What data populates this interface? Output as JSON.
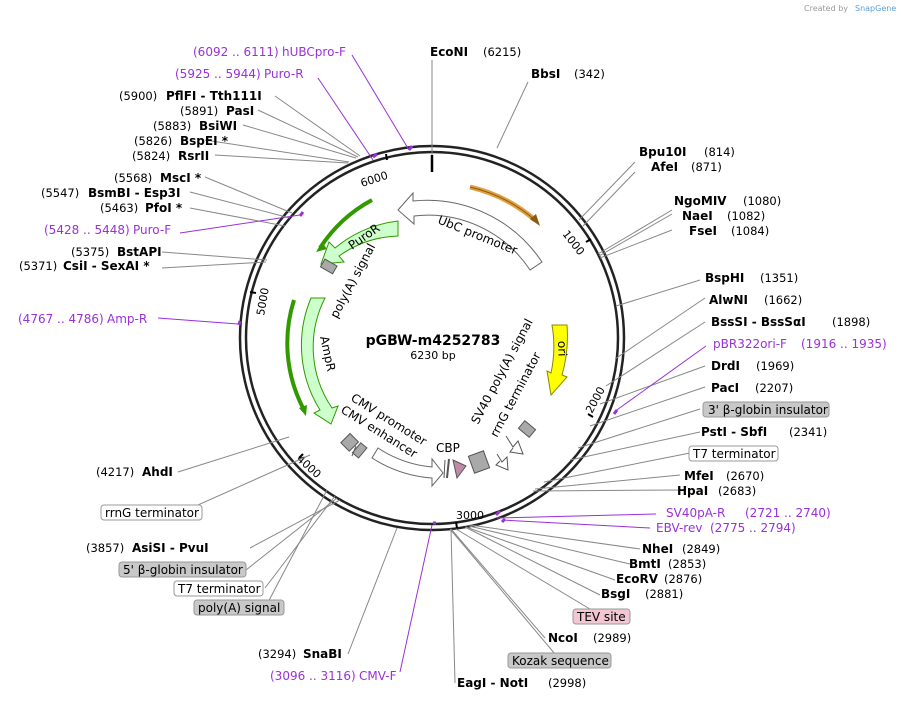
{
  "credit": {
    "created_by": "Created by",
    "brand": "SnapGene"
  },
  "plasmid": {
    "name": "pGBW-m4252783",
    "length": "6230 bp"
  },
  "ticks": [
    "1000",
    "2000",
    "3000",
    "4000",
    "5000",
    "6000"
  ],
  "enzymes": [
    {
      "name": "EcoNI",
      "pos": "(6215)"
    },
    {
      "name": "BbsI",
      "pos": "(342)"
    },
    {
      "name": "Bpu10I",
      "pos": "(814)"
    },
    {
      "name": "AfeI",
      "pos": "(871)"
    },
    {
      "name": "NgoMIV",
      "pos": "(1080)"
    },
    {
      "name": "NaeI",
      "pos": "(1082)"
    },
    {
      "name": "FseI",
      "pos": "(1084)"
    },
    {
      "name": "BspHI",
      "pos": "(1351)"
    },
    {
      "name": "AlwNI",
      "pos": "(1662)"
    },
    {
      "name": "BssSI - BssSαI",
      "pos": "(1898)"
    },
    {
      "name": "DrdI",
      "pos": "(1969)"
    },
    {
      "name": "PacI",
      "pos": "(2207)"
    },
    {
      "name": "PstI - SbfI",
      "pos": "(2341)"
    },
    {
      "name": "MfeI",
      "pos": "(2670)"
    },
    {
      "name": "HpaI",
      "pos": "(2683)"
    },
    {
      "name": "NheI",
      "pos": "(2849)"
    },
    {
      "name": "BmtI",
      "pos": "(2853)"
    },
    {
      "name": "EcoRV",
      "pos": "(2876)"
    },
    {
      "name": "BsgI",
      "pos": "(2881)"
    },
    {
      "name": "NcoI",
      "pos": "(2989)"
    },
    {
      "name": "EagI - NotI",
      "pos": "(2998)"
    },
    {
      "name": "SnaBI",
      "pos": "(3294)"
    },
    {
      "name": "AsiSI - PvuI",
      "pos": "(3857)"
    },
    {
      "name": "AhdI",
      "pos": "(4217)"
    },
    {
      "name": "CsiI - SexAI *",
      "pos": "(5371)"
    },
    {
      "name": "BstAPI",
      "pos": "(5375)"
    },
    {
      "name": "PfoI *",
      "pos": "(5463)"
    },
    {
      "name": "BsmBI - Esp3I",
      "pos": "(5547)"
    },
    {
      "name": "MscI *",
      "pos": "(5568)"
    },
    {
      "name": "RsrII",
      "pos": "(5824)"
    },
    {
      "name": "BspEI *",
      "pos": "(5826)"
    },
    {
      "name": "BsiWI",
      "pos": "(5883)"
    },
    {
      "name": "PasI",
      "pos": "(5891)"
    },
    {
      "name": "PflFI - Tth111I",
      "pos": "(5900)"
    }
  ],
  "primers": [
    {
      "name": "hUBCpro-F",
      "pos": "(6092 .. 6111)"
    },
    {
      "name": "Puro-R",
      "pos": "(5925 .. 5944)"
    },
    {
      "name": "Puro-F",
      "pos": "(5428 .. 5448)"
    },
    {
      "name": "Amp-R",
      "pos": "(4767 .. 4786)"
    },
    {
      "name": "pBR322ori-F",
      "pos": "(1916 .. 1935)"
    },
    {
      "name": "SV40pA-R",
      "pos": "(2721 .. 2740)"
    },
    {
      "name": "EBV-rev",
      "pos": "(2775 .. 2794)"
    },
    {
      "name": "CMV-F",
      "pos": "(3096 .. 3116)"
    }
  ],
  "outer_features": [
    "3' β-globin insulator",
    "T7 terminator",
    "TEV site",
    "Kozak sequence",
    "rrnG terminator",
    "5' β-globin insulator",
    "T7 terminator",
    "poly(A) signal"
  ],
  "inner_features": [
    "UbC promoter",
    "PuroR",
    "poly(A) signal",
    "ori",
    "SV40 poly(A) signal",
    "rrnG terminator",
    "AmpR",
    "CMV promoter",
    "CMV enhancer",
    "CBP"
  ],
  "colors": {
    "primer": "#9b30d9",
    "ori": "#ffff00",
    "resistance": "#ccffcc",
    "resistance_arrow": "#339900",
    "gray_feature": "#a9a9a9",
    "tev": "#f2c6d2",
    "cbp": "#c08aa8",
    "orange_arc": "#e0a040"
  }
}
